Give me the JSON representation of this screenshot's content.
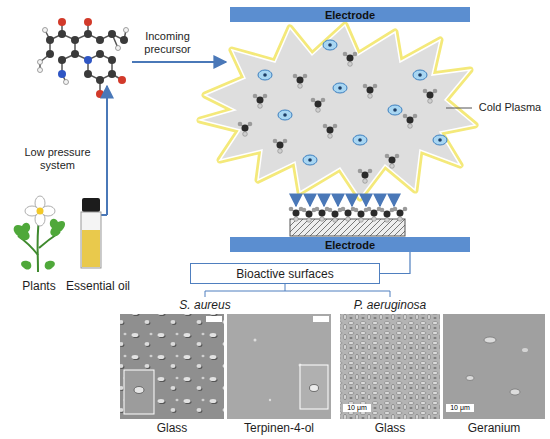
{
  "diagram": {
    "nodes": [
      {
        "text": [
          "Electrode"
        ]
      },
      {
        "text": [
          "Electrode"
        ]
      },
      {
        "text": [
          "Bioactive surfaces"
        ]
      }
    ],
    "edges": [
      {
        "from": 1,
        "to": 2,
        "arrow": "none"
      }
    ],
    "labels": [
      "Incoming precursor",
      "Cold Plasma",
      "Low pressure system",
      "Plants",
      "Essential oil",
      "S. aureus",
      "P. aeruginosa",
      "10 μm",
      "10 μm",
      "Glass",
      "Terpinen-4-ol",
      "Glass",
      "Geranium"
    ]
  }
}
